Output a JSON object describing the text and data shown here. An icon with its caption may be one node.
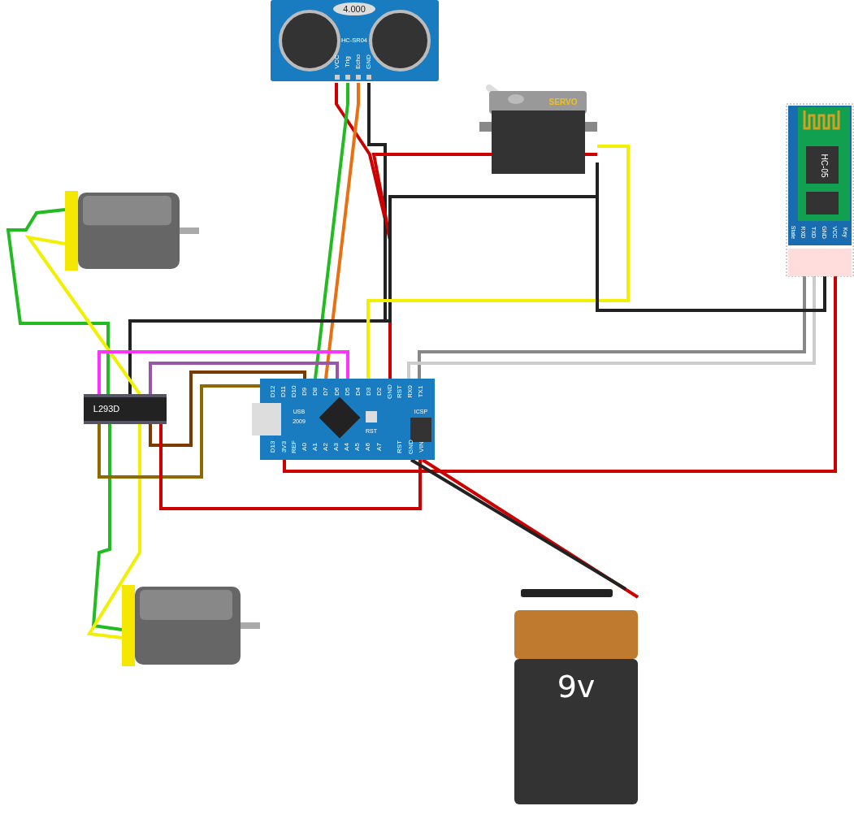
{
  "diagram": {
    "nodes": [
      {
        "text": [
          "4.000",
          "HC-SR04",
          "VCC",
          "Trig",
          "Echo",
          "GND"
        ]
      },
      {
        "text": [
          "SERVO"
        ]
      },
      {
        "text": [
          "HC-05",
          "State",
          "RXD",
          "TXD",
          "GND",
          "VCC",
          "Key"
        ]
      },
      {
        "text": [],
        "shape": "picture"
      },
      {
        "text": [
          "L293D"
        ]
      },
      {
        "text": [
          "D12",
          "D11",
          "D10",
          "D9",
          "D8",
          "D7",
          "D6",
          "D5",
          "D4",
          "D3",
          "D2",
          "GND",
          "RST",
          "RX0",
          "TX1",
          "USB",
          "2009",
          "RST",
          "ICSP",
          "D13",
          "3V3",
          "REF",
          "A0",
          "A1",
          "A2",
          "A3",
          "A4",
          "A5",
          "A6",
          "A7",
          "RST",
          "GND",
          "VIN"
        ]
      },
      {
        "text": [],
        "shape": "picture"
      },
      {
        "text": [
          "9v"
        ]
      }
    ],
    "edges": [
      {
        "from": 0,
        "to": 5,
        "arrow": "none",
        "color": "#cc0000"
      },
      {
        "from": 0,
        "to": 5,
        "arrow": "none",
        "color": "#22bb22"
      },
      {
        "from": 0,
        "to": 5,
        "arrow": "none",
        "color": "#e87010"
      },
      {
        "from": 0,
        "to": 4,
        "arrow": "none",
        "color": "#222222"
      },
      {
        "from": 1,
        "to": 5,
        "arrow": "none",
        "color": "#cc0000"
      },
      {
        "from": 1,
        "to": 4,
        "arrow": "none",
        "color": "#222222"
      },
      {
        "from": 1,
        "to": 5,
        "arrow": "none",
        "color": "#f0f000"
      },
      {
        "from": 2,
        "to": 5,
        "arrow": "none",
        "color": "#888888"
      },
      {
        "from": 2,
        "to": 5,
        "arrow": "none",
        "color": "#cccccc"
      },
      {
        "from": 2,
        "to": 1,
        "arrow": "none",
        "color": "#222222"
      },
      {
        "from": 2,
        "to": 5,
        "arrow": "none",
        "color": "#cc0000"
      },
      {
        "from": 3,
        "to": 4,
        "arrow": "none",
        "color": "#22bb22"
      },
      {
        "from": 3,
        "to": 4,
        "arrow": "none",
        "color": "#f0f000"
      },
      {
        "from": 6,
        "to": 4,
        "arrow": "none",
        "color": "#22bb22"
      },
      {
        "from": 6,
        "to": 4,
        "arrow": "none",
        "color": "#f0f000"
      },
      {
        "from": 4,
        "to": 5,
        "arrow": "none",
        "color": "#ff33ff"
      },
      {
        "from": 4,
        "to": 5,
        "arrow": "none",
        "color": "#9955aa"
      },
      {
        "from": 4,
        "to": 5,
        "arrow": "none",
        "color": "#7a3a00"
      },
      {
        "from": 4,
        "to": 5,
        "arrow": "none",
        "color": "#8c6a00"
      },
      {
        "from": 4,
        "to": 5,
        "arrow": "none",
        "color": "#cc0000"
      },
      {
        "from": 5,
        "to": 7,
        "arrow": "none",
        "color": "#cc0000"
      },
      {
        "from": 5,
        "to": 7,
        "arrow": "none",
        "color": "#222222"
      }
    ]
  }
}
